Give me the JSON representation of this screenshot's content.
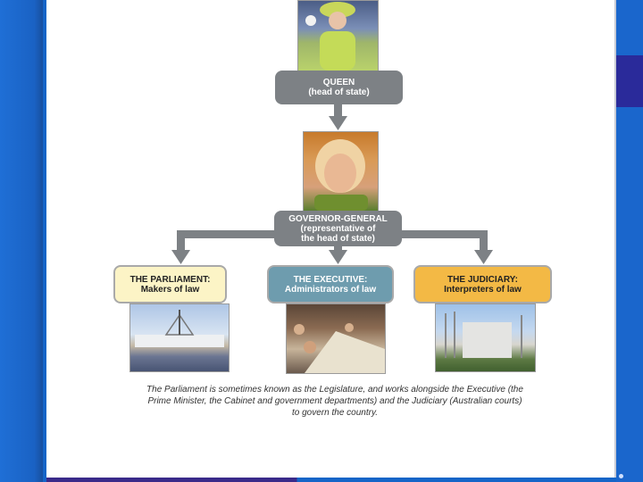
{
  "diagram": {
    "queen": {
      "title": "QUEEN",
      "subtitle": "(head of state)"
    },
    "governor_general": {
      "title": "GOVERNOR-GENERAL",
      "line1": "(representative of",
      "line2": "the head of state)"
    },
    "parliament": {
      "title": "THE PARLIAMENT:",
      "subtitle": "Makers of law"
    },
    "executive": {
      "title": "THE EXECUTIVE:",
      "subtitle": "Administrators of law"
    },
    "judiciary": {
      "title": "THE JUDICIARY:",
      "subtitle": "Interpreters of law"
    },
    "caption": {
      "line1": "The Parliament is sometimes known as the Legislature, and works alongside the Executive (the",
      "line2": "Prime Minister, the Cabinet and government departments) and the Judiciary (Australian courts)",
      "line3": "to govern the country."
    }
  },
  "colors": {
    "connector": "#7d8185",
    "parliament_fill": "#fcf4c6",
    "executive_fill": "#6e9cae",
    "judiciary_fill": "#f3b945",
    "background_blue": "#1565c8"
  }
}
